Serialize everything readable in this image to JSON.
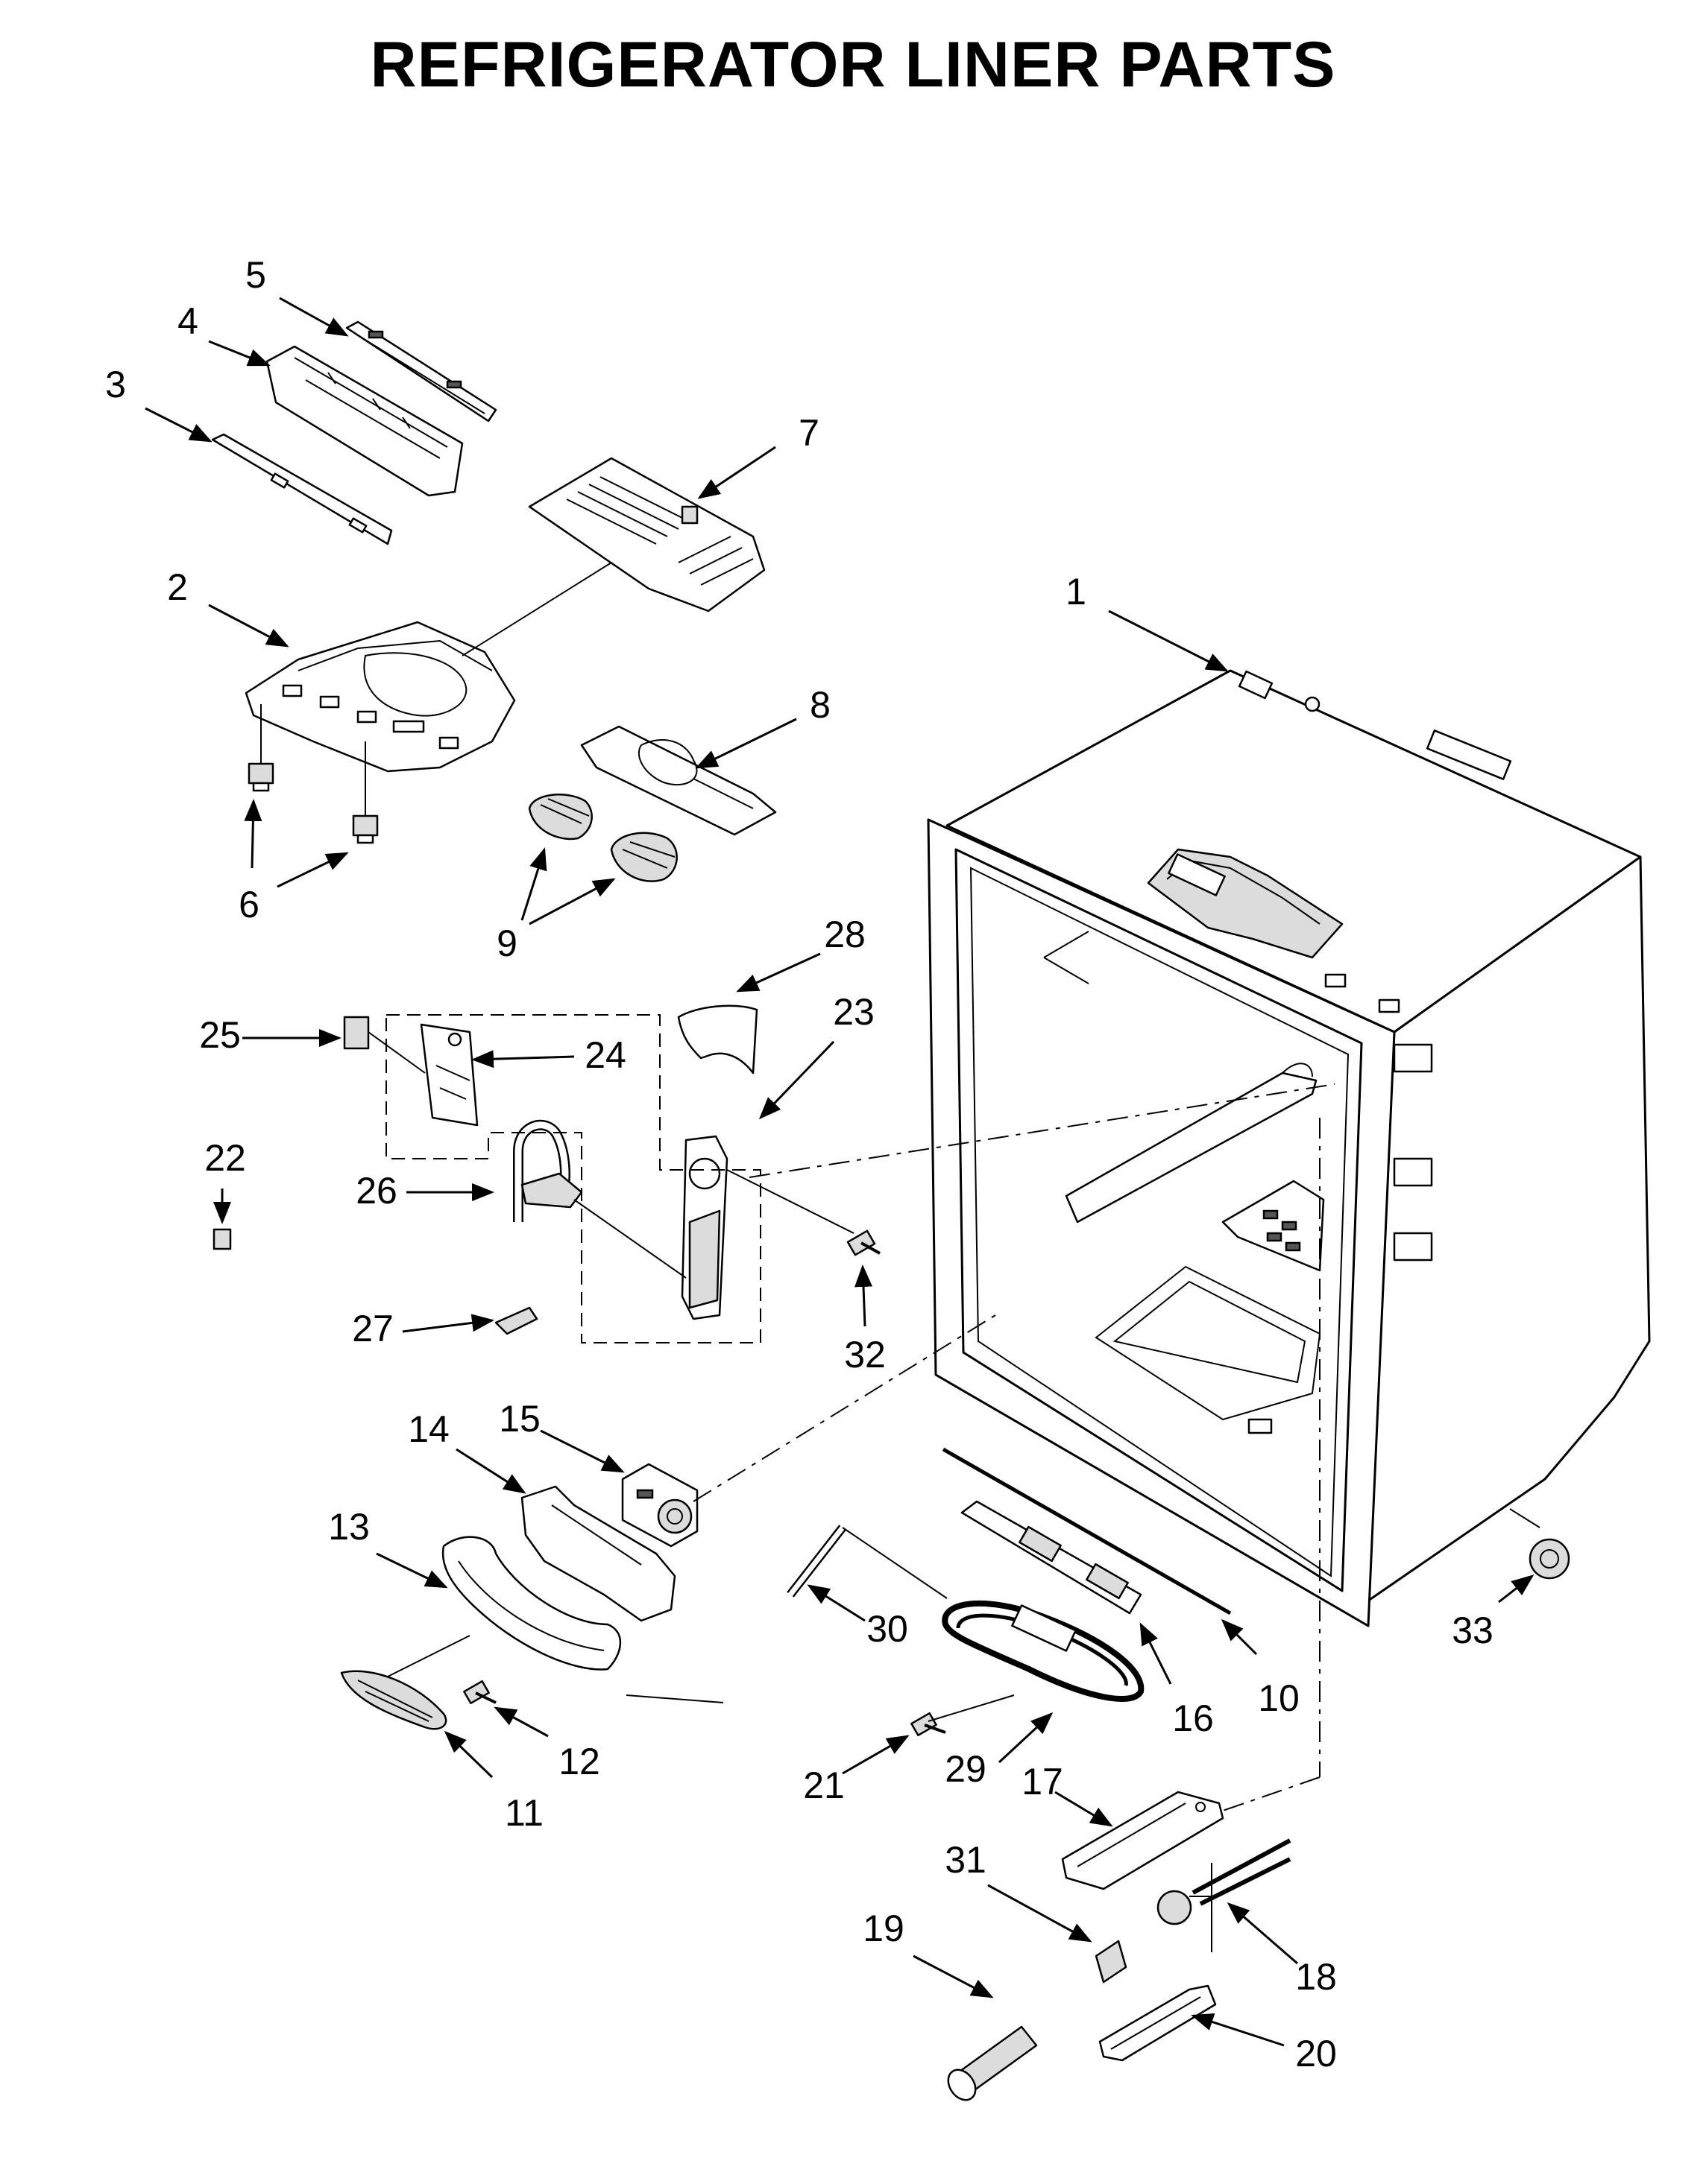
{
  "title": "REFRIGERATOR LINER PARTS",
  "callouts": [
    "1",
    "2",
    "3",
    "4",
    "5",
    "6",
    "7",
    "8",
    "9",
    "10",
    "11",
    "12",
    "13",
    "14",
    "15",
    "16",
    "17",
    "18",
    "19",
    "20",
    "21",
    "22",
    "23",
    "24",
    "25",
    "26",
    "27",
    "28",
    "29",
    "30",
    "31",
    "32",
    "33"
  ]
}
